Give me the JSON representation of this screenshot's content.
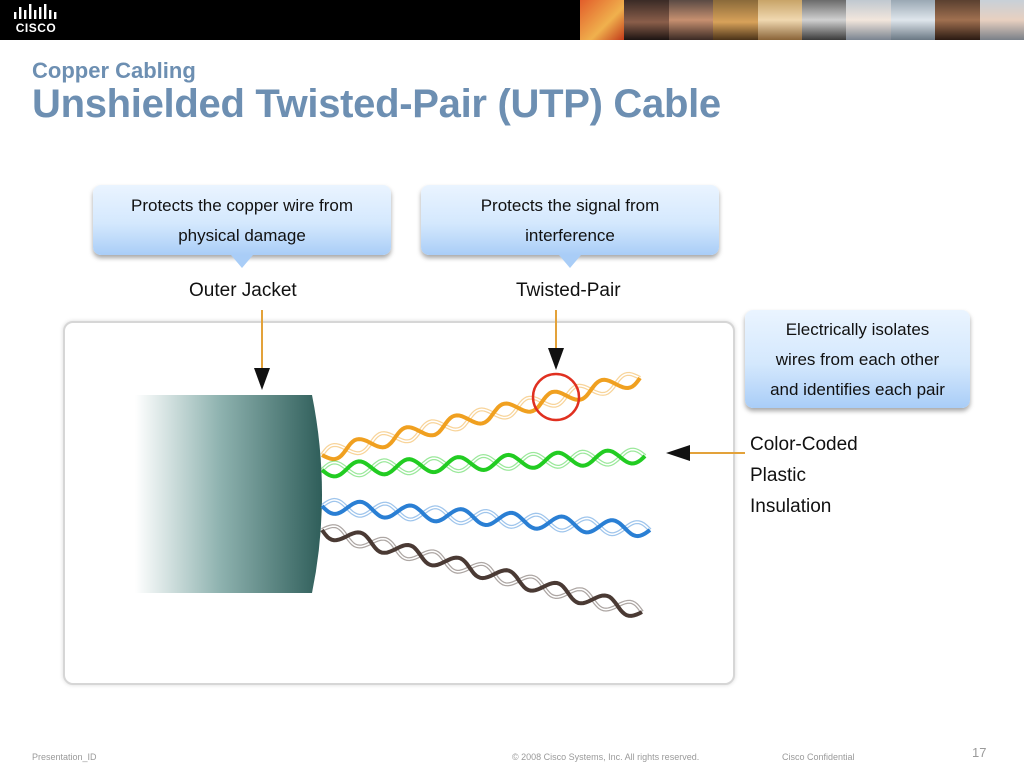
{
  "header": {
    "logo_text": "CISCO",
    "brand_color": "#6d8fb2"
  },
  "slide": {
    "subtitle": "Copper Cabling",
    "title": "Unshielded Twisted-Pair (UTP) Cable"
  },
  "diagram": {
    "callouts": [
      {
        "lines": [
          "Protects the copper wire from",
          "physical damage"
        ]
      },
      {
        "lines": [
          "Protects the signal from",
          "interference"
        ]
      },
      {
        "lines": [
          "Electrically isolates",
          "wires from each other",
          "and identifies each pair"
        ]
      }
    ],
    "labels": {
      "outer_jacket": "Outer Jacket",
      "twisted_pair": "Twisted-Pair",
      "insulation": [
        "Color-Coded",
        "Plastic",
        "Insulation"
      ]
    },
    "wire_colors": [
      "#f0a020",
      "#22cc22",
      "#2a7fd4",
      "#4a3a34"
    ]
  },
  "footer": {
    "presentation_id": "Presentation_ID",
    "copyright": "© 2008 Cisco Systems, Inc. All rights reserved.",
    "confidential": "Cisco Confidential",
    "page_number": "17"
  }
}
